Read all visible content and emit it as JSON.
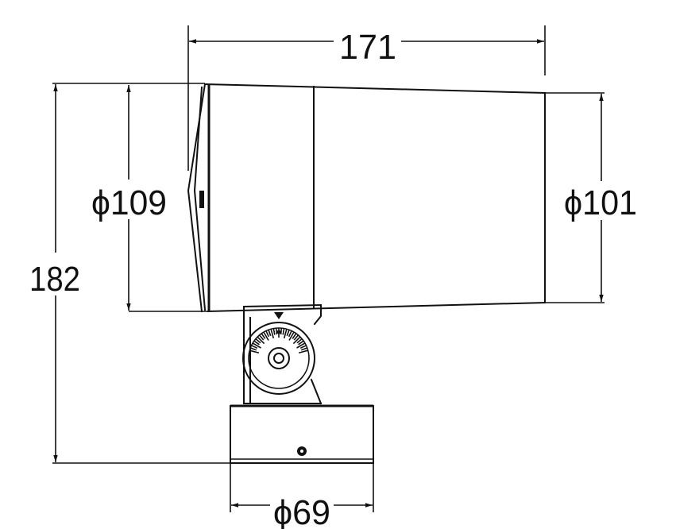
{
  "dimensions": {
    "length": "171",
    "height": "182",
    "front_diameter": "ϕ109",
    "rear_diameter": "ϕ101",
    "base_diameter": "ϕ69"
  },
  "colors": {
    "line": "#111111",
    "background": "#ffffff"
  }
}
